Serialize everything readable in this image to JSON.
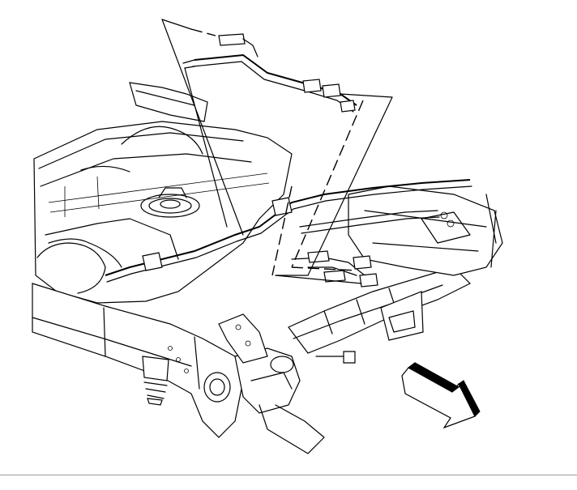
{
  "figure": {
    "kind": "exploded line illustration",
    "subject_icons": [
      "fuel-tank-shape",
      "frame-rail-shape",
      "fuel-line-shape",
      "exhaust-pipe-shape",
      "detail-callout-shape",
      "forward-arrow-icon"
    ],
    "colors": {
      "ink": "#000000",
      "paper": "#ffffff",
      "rule": "#9a9a9a"
    }
  }
}
